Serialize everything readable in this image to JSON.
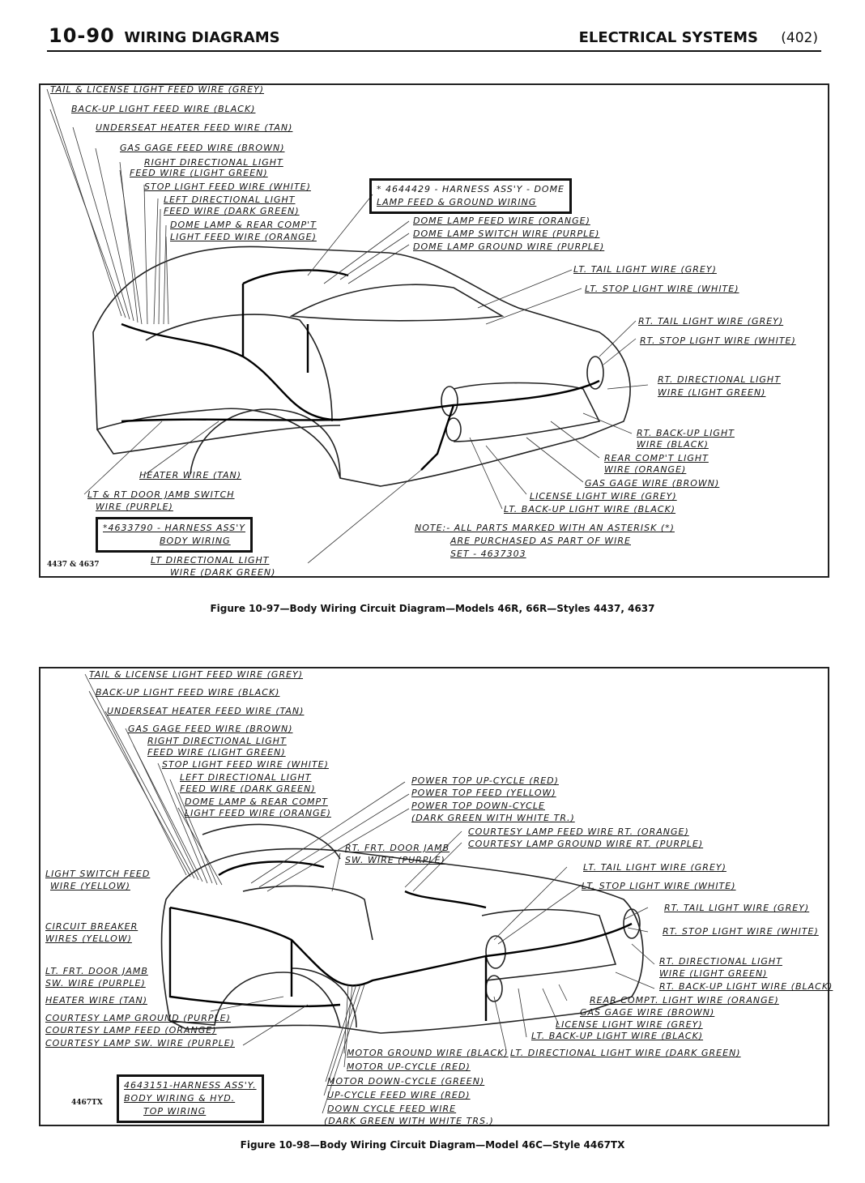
{
  "header": {
    "page_number": "10-90",
    "section_title": "WIRING DIAGRAMS",
    "chapter": "ELECTRICAL SYSTEMS",
    "page_index": "(402)"
  },
  "figure1": {
    "caption": "Figure 10-97—Body Wiring Circuit Diagram—Models 46R, 66R—Styles 4437, 4637",
    "model_tag": "4437 & 4637",
    "labels": {
      "tail_license": "TAIL & LICENSE LIGHT FEED WIRE (GREY)",
      "backup": "BACK-UP LIGHT FEED WIRE (BLACK)",
      "underseat": "UNDERSEAT HEATER FEED WIRE (TAN)",
      "gas_gage": "GAS GAGE FEED WIRE (BROWN)",
      "right_dir_1": "RIGHT DIRECTIONAL LIGHT",
      "right_dir_2": "FEED WIRE (LIGHT GREEN)",
      "stop": "STOP LIGHT FEED WIRE (WHITE)",
      "left_dir_1": "LEFT DIRECTIONAL LIGHT",
      "left_dir_2": "FEED WIRE (DARK GREEN)",
      "dome_rear_1": "DOME LAMP & REAR COMP'T",
      "dome_rear_2": "LIGHT FEED WIRE (ORANGE)",
      "harness_dome_1": "* 4644429 - HARNESS ASS'Y - DOME",
      "harness_dome_2": "LAMP FEED & GROUND WIRING",
      "dome_feed": "DOME LAMP FEED WIRE (ORANGE)",
      "dome_switch": "DOME LAMP SWITCH WIRE (PURPLE)",
      "dome_ground": "DOME LAMP GROUND WIRE (PURPLE)",
      "lt_tail": "LT. TAIL LIGHT WIRE (GREY)",
      "lt_stop": "LT. STOP LIGHT WIRE (WHITE)",
      "rt_tail": "RT. TAIL LIGHT WIRE (GREY)",
      "rt_stop": "RT. STOP LIGHT WIRE (WHITE)",
      "rt_dir_1": "RT. DIRECTIONAL LIGHT",
      "rt_dir_2": "WIRE (LIGHT GREEN)",
      "rt_backup_1": "RT. BACK-UP LIGHT",
      "rt_backup_2": "WIRE (BLACK)",
      "rear_compt_1": "REAR COMP'T LIGHT",
      "rear_compt_2": "WIRE (ORANGE)",
      "gas_gage_wire": "GAS GAGE WIRE (BROWN)",
      "license": "LICENSE LIGHT WIRE (GREY)",
      "lt_backup": "LT. BACK-UP LIGHT WIRE (BLACK)",
      "note_1": "NOTE:- ALL PARTS MARKED WITH AN ASTERISK (*)",
      "note_2": "ARE PURCHASED AS PART OF WIRE",
      "note_3": "SET - 4637303",
      "heater": "HEATER WIRE (TAN)",
      "door_jamb_1": "LT & RT DOOR JAMB SWITCH",
      "door_jamb_2": "WIRE (PURPLE)",
      "harness_body_1": "*4633790 - HARNESS ASS'Y",
      "harness_body_2": "BODY WIRING",
      "lt_dir_1": "LT DIRECTIONAL LIGHT",
      "lt_dir_2": "WIRE (DARK GREEN)"
    }
  },
  "figure2": {
    "caption": "Figure 10-98—Body Wiring Circuit Diagram—Model 46C—Style 4467TX",
    "model_tag": "4467TX",
    "labels": {
      "tail_license": "TAIL & LICENSE LIGHT FEED WIRE (GREY)",
      "backup": "BACK-UP LIGHT FEED WIRE (BLACK)",
      "underseat": "UNDERSEAT HEATER FEED WIRE (TAN)",
      "gas_gage": "GAS GAGE FEED WIRE (BROWN)",
      "right_dir_1": "RIGHT DIRECTIONAL LIGHT",
      "right_dir_2": "FEED WIRE (LIGHT GREEN)",
      "stop": "STOP LIGHT FEED WIRE (WHITE)",
      "left_dir_1": "LEFT DIRECTIONAL LIGHT",
      "left_dir_2": "FEED WIRE (DARK GREEN)",
      "dome_rear_1": "DOME LAMP & REAR COMPT",
      "dome_rear_2": "LIGHT FEED WIRE (ORANGE)",
      "power_up": "POWER TOP UP-CYCLE (RED)",
      "power_feed": "POWER TOP FEED (YELLOW)",
      "power_down_1": "POWER TOP DOWN-CYCLE",
      "power_down_2": "(DARK GREEN WITH WHITE TR.)",
      "courtesy_feed_rt": "COURTESY LAMP FEED WIRE RT. (ORANGE)",
      "courtesy_ground_rt": "COURTESY LAMP GROUND WIRE RT. (PURPLE)",
      "rt_door_1": "RT. FRT. DOOR JAMB",
      "rt_door_2": "SW. WIRE (PURPLE)",
      "light_switch_1": "LIGHT SWITCH FEED",
      "light_switch_2": "WIRE (YELLOW)",
      "circuit_breaker_1": "CIRCUIT BREAKER",
      "circuit_breaker_2": "WIRES (YELLOW)",
      "lt_door_1": "LT. FRT. DOOR JAMB",
      "lt_door_2": "SW. WIRE (PURPLE)",
      "heater": "HEATER WIRE (TAN)",
      "courtesy_ground": "COURTESY LAMP GROUND (PURPLE)",
      "courtesy_feed": "COURTESY LAMP FEED (ORANGE)",
      "courtesy_sw": "COURTESY LAMP SW. WIRE (PURPLE)",
      "lt_tail": "LT. TAIL LIGHT WIRE (GREY)",
      "lt_stop": "LT. STOP LIGHT WIRE (WHITE)",
      "rt_tail": "RT. TAIL LIGHT WIRE (GREY)",
      "rt_stop": "RT. STOP LIGHT WIRE (WHITE)",
      "rt_dir_1": "RT. DIRECTIONAL LIGHT",
      "rt_dir_2": "WIRE (LIGHT GREEN)",
      "rt_backup": "RT. BACK-UP LIGHT WIRE (BLACK)",
      "rear_compt": "REAR COMPT. LIGHT WIRE (ORANGE)",
      "gas_gage_wire": "GAS GAGE WIRE (BROWN)",
      "license": "LICENSE LIGHT WIRE (GREY)",
      "lt_backup": "LT. BACK-UP LIGHT WIRE (BLACK)",
      "lt_dir": "LT. DIRECTIONAL LIGHT WIRE (DARK GREEN)",
      "motor_ground": "MOTOR GROUND WIRE (BLACK)",
      "motor_up": "MOTOR UP-CYCLE (RED)",
      "motor_down": "MOTOR DOWN-CYCLE (GREEN)",
      "upcycle_feed": "UP-CYCLE FEED WIRE (RED)",
      "down_feed_1": "DOWN CYCLE FEED WIRE",
      "down_feed_2": "(DARK GREEN WITH WHITE TRS.)",
      "harness_1": "4643151-HARNESS ASS'Y.",
      "harness_2": "BODY WIRING & HYD.",
      "harness_3": "TOP WIRING"
    }
  }
}
